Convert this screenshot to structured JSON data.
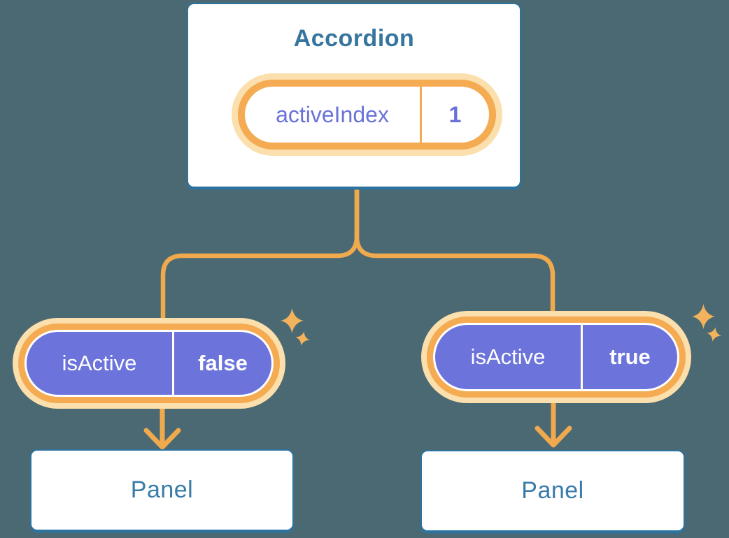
{
  "diagram": {
    "description": "Component tree: Accordion holding state activeIndex=1, passing isActive prop to two Panel children"
  },
  "accordion": {
    "title": "Accordion",
    "state": {
      "label": "activeIndex",
      "value": "1"
    }
  },
  "branches": [
    {
      "prop": {
        "label": "isActive",
        "value": "false"
      },
      "panel": "Panel"
    },
    {
      "prop": {
        "label": "isActive",
        "value": "true"
      },
      "panel": "Panel"
    }
  ],
  "icons": {
    "sparkle": "four-point-star"
  },
  "colors": {
    "background": "#4b6972",
    "box_border_blue": "#2e739f",
    "title_blue": "#35759e",
    "panel_text_blue": "#3a7ca9",
    "wire_orange": "#f1a94e",
    "pill_ring_orange": "#f4ab51",
    "pill_glow": "#fbdfad",
    "pill_purple": "#6c74db",
    "state_text_purple": "#6a72d8",
    "sparkle_orange": "#f2b35c"
  }
}
